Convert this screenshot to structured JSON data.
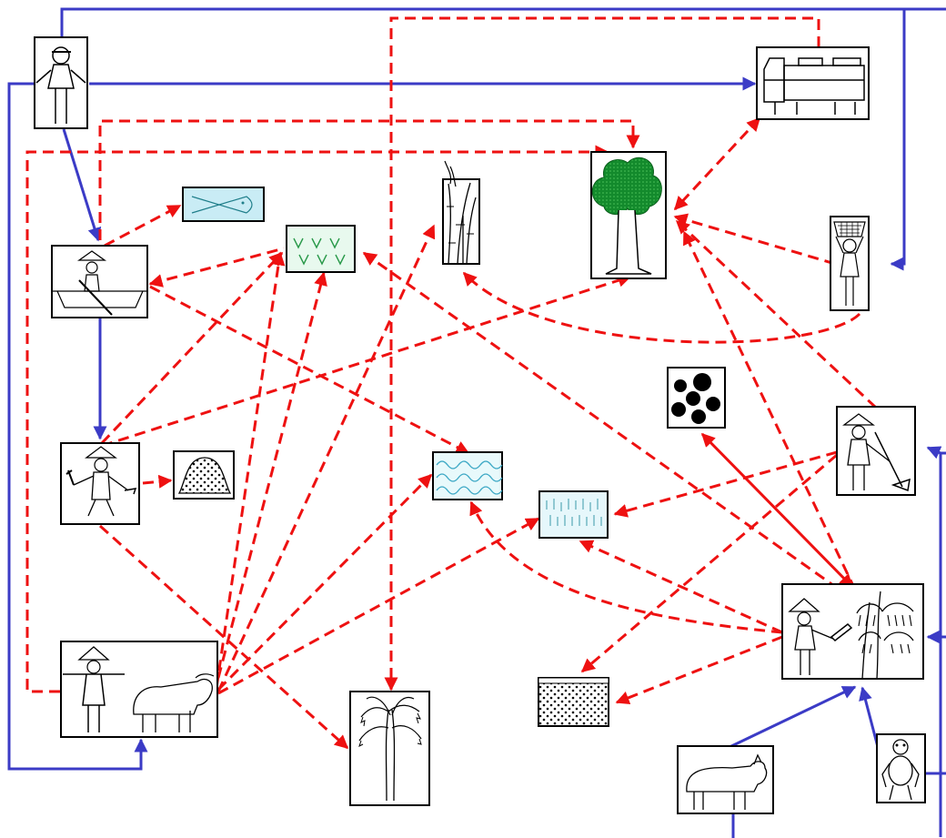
{
  "diagram": {
    "palette": {
      "red_dashed": "#ee1111",
      "blue_solid": "#3b3bc6",
      "box_border": "#000000",
      "fish_fill": "#c9ecf5",
      "grass_fill": "#e8f9ee",
      "wave_fill": "#e8f9fb",
      "rain_fill": "#e6f7fb",
      "tree_green": "#0f8a2a",
      "dots_fill": "#000000"
    },
    "nodes": [
      {
        "id": "person-top-left",
        "icon": "person-with-cap-icon"
      },
      {
        "id": "truck",
        "icon": "truck-icon"
      },
      {
        "id": "fish",
        "icon": "fish-icon"
      },
      {
        "id": "grass-field",
        "icon": "grass-field-icon"
      },
      {
        "id": "bamboo",
        "icon": "bamboo-icon"
      },
      {
        "id": "green-tree",
        "icon": "green-tree-icon"
      },
      {
        "id": "basket-carrier",
        "icon": "basket-carrier-icon"
      },
      {
        "id": "boat-rower",
        "icon": "boat-rower-icon"
      },
      {
        "id": "seed-pile",
        "icon": "seed-pile-icon"
      },
      {
        "id": "axe-farmer",
        "icon": "axe-farmer-icon"
      },
      {
        "id": "wavy-water",
        "icon": "wavy-water-icon"
      },
      {
        "id": "rain-field",
        "icon": "rain-field-icon"
      },
      {
        "id": "black-dots",
        "icon": "black-dots-icon"
      },
      {
        "id": "hoe-farmer",
        "icon": "hoe-farmer-icon"
      },
      {
        "id": "farmer-buffalo",
        "icon": "farmer-buffalo-icon"
      },
      {
        "id": "palm-tree",
        "icon": "palm-tree-icon"
      },
      {
        "id": "dotted-soil",
        "icon": "dotted-soil-icon"
      },
      {
        "id": "banana-harvester",
        "icon": "banana-harvester-icon"
      },
      {
        "id": "pig",
        "icon": "pig-icon"
      },
      {
        "id": "monkey",
        "icon": "monkey-icon"
      }
    ]
  }
}
